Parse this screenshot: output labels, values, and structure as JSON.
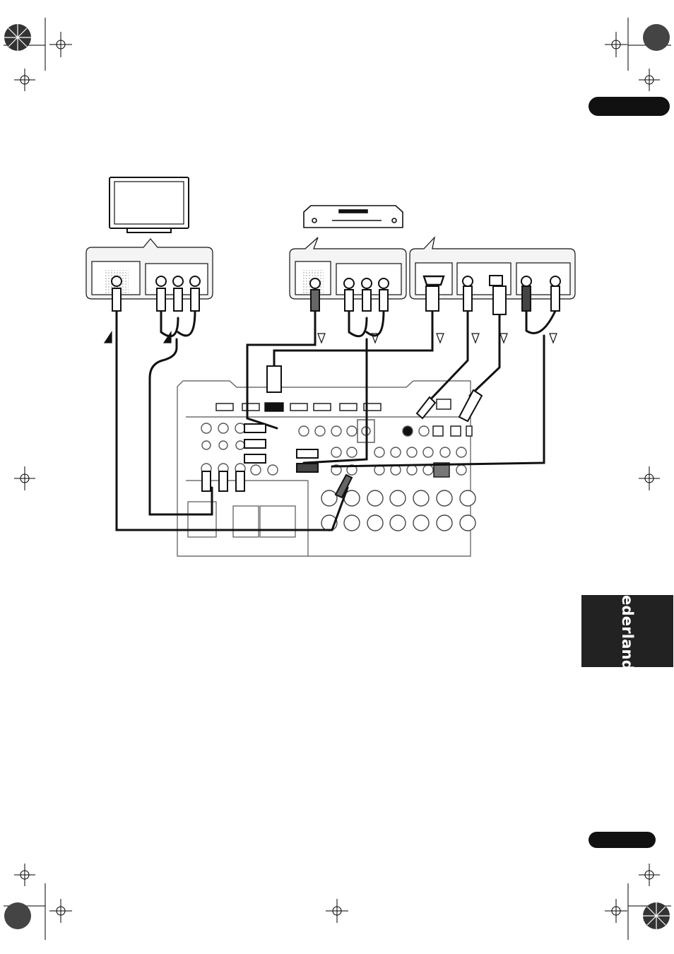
{
  "sidebar": {
    "language_label": "Nederlands"
  },
  "diagram": {
    "devices": [
      "tv-monitor",
      "dvd-player",
      "av-receiver"
    ],
    "colors": {
      "ink": "#111111",
      "panel": "#f4f4f4",
      "tab": "#222222"
    }
  }
}
